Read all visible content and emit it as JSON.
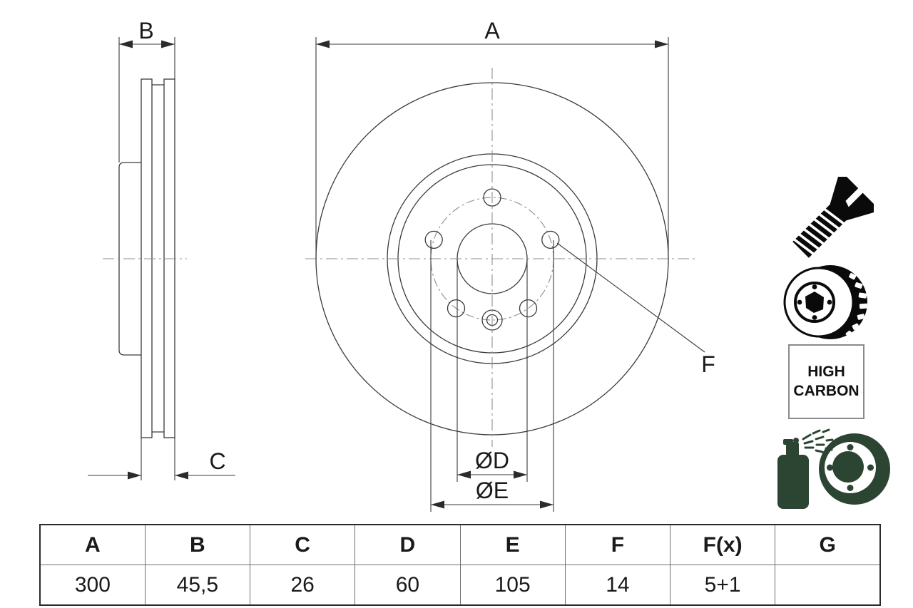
{
  "drawing": {
    "labels": {
      "a": "A",
      "b": "B",
      "c": "C",
      "d": "ØD",
      "e": "ØE",
      "f": "F"
    },
    "views": {
      "side_view": "brake-disc-cross-section",
      "front_view": "brake-disc-front"
    }
  },
  "badge": {
    "line1": "HIGH",
    "line2": "CARBON"
  },
  "icons": {
    "screw": "countersunk-screw-icon",
    "disc": "vented-brake-disc-icon",
    "spray": "spray-coated-disc-icon"
  },
  "table": {
    "headers": [
      "A",
      "B",
      "C",
      "D",
      "E",
      "F",
      "F(x)",
      "G"
    ],
    "values": [
      "300",
      "45,5",
      "26",
      "60",
      "105",
      "14",
      "5+1",
      ""
    ]
  },
  "colors": {
    "line": "#3a3a3a",
    "centerline": "#8f8f8f",
    "icon_black": "#0a0a0a",
    "spray_green": "#2c4532",
    "badge_border": "#8a8a8a",
    "background": "#ffffff"
  }
}
